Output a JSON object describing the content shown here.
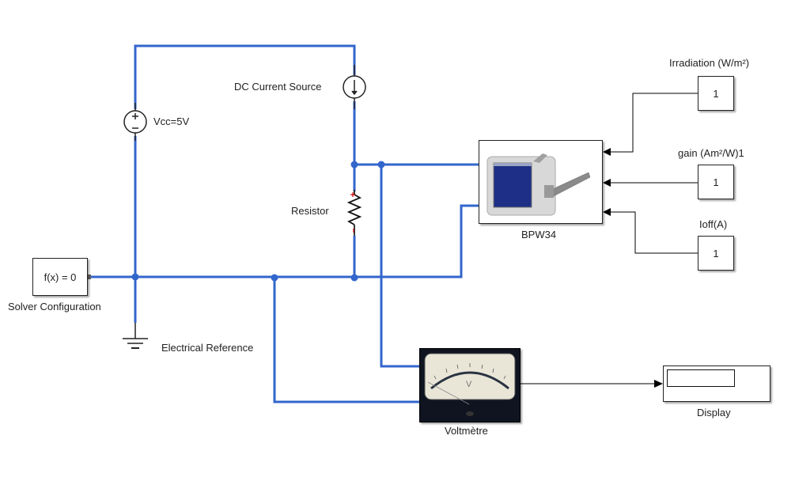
{
  "diagram": {
    "wire_color": "#3366cc",
    "signal_color": "#000000",
    "blocks": {
      "solver": {
        "text": "f(x) = 0",
        "label": "Solver Configuration"
      },
      "vcc": {
        "label": "Vcc=5V"
      },
      "current_source": {
        "label": "DC Current Source"
      },
      "resistor": {
        "label": "Resistor"
      },
      "ground": {
        "label": "Electrical Reference"
      },
      "bpw34": {
        "label": "BPW34"
      },
      "irradiation": {
        "label": "Irradiation (W/m²)",
        "value": "1"
      },
      "gain": {
        "label": "gain (Am²/W)1",
        "value": "1"
      },
      "ioff": {
        "label": "Ioff(A)",
        "value": "1"
      },
      "voltmeter": {
        "label": "Voltmètre"
      },
      "display": {
        "label": "Display",
        "value": ""
      }
    }
  }
}
